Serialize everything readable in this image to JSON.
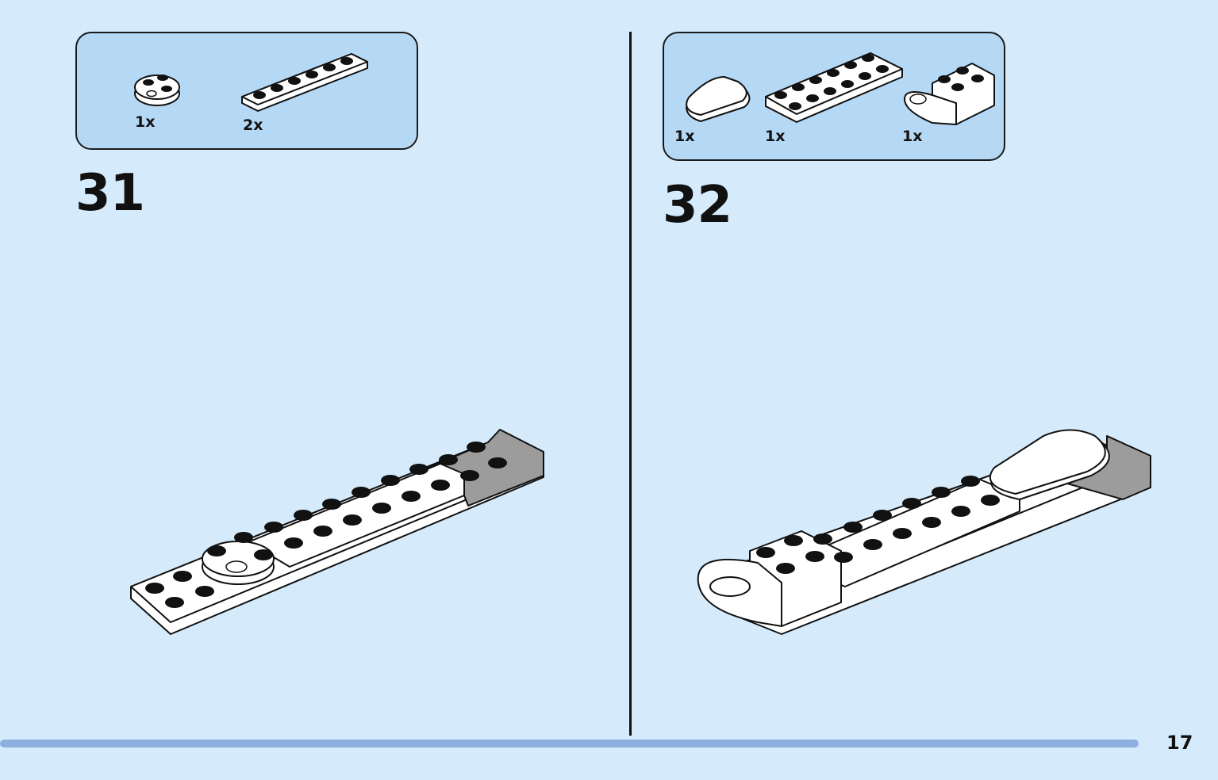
{
  "steps": [
    {
      "number": "31",
      "parts": [
        {
          "qty": "1x",
          "icon": "round-plate-2x2-icon"
        },
        {
          "qty": "2x",
          "icon": "plate-1x8-icon"
        }
      ]
    },
    {
      "number": "32",
      "parts": [
        {
          "qty": "1x",
          "icon": "round-tile-2x4-icon"
        },
        {
          "qty": "1x",
          "icon": "plate-2x6-icon"
        },
        {
          "qty": "1x",
          "icon": "plate-with-clip-icon"
        }
      ]
    }
  ],
  "page_number": "17",
  "colors": {
    "background": "#d5ebfb",
    "parts_box": "#b5d8f5",
    "progress_bar": "#8cafe0",
    "gray_element": "#9c9c9c"
  }
}
